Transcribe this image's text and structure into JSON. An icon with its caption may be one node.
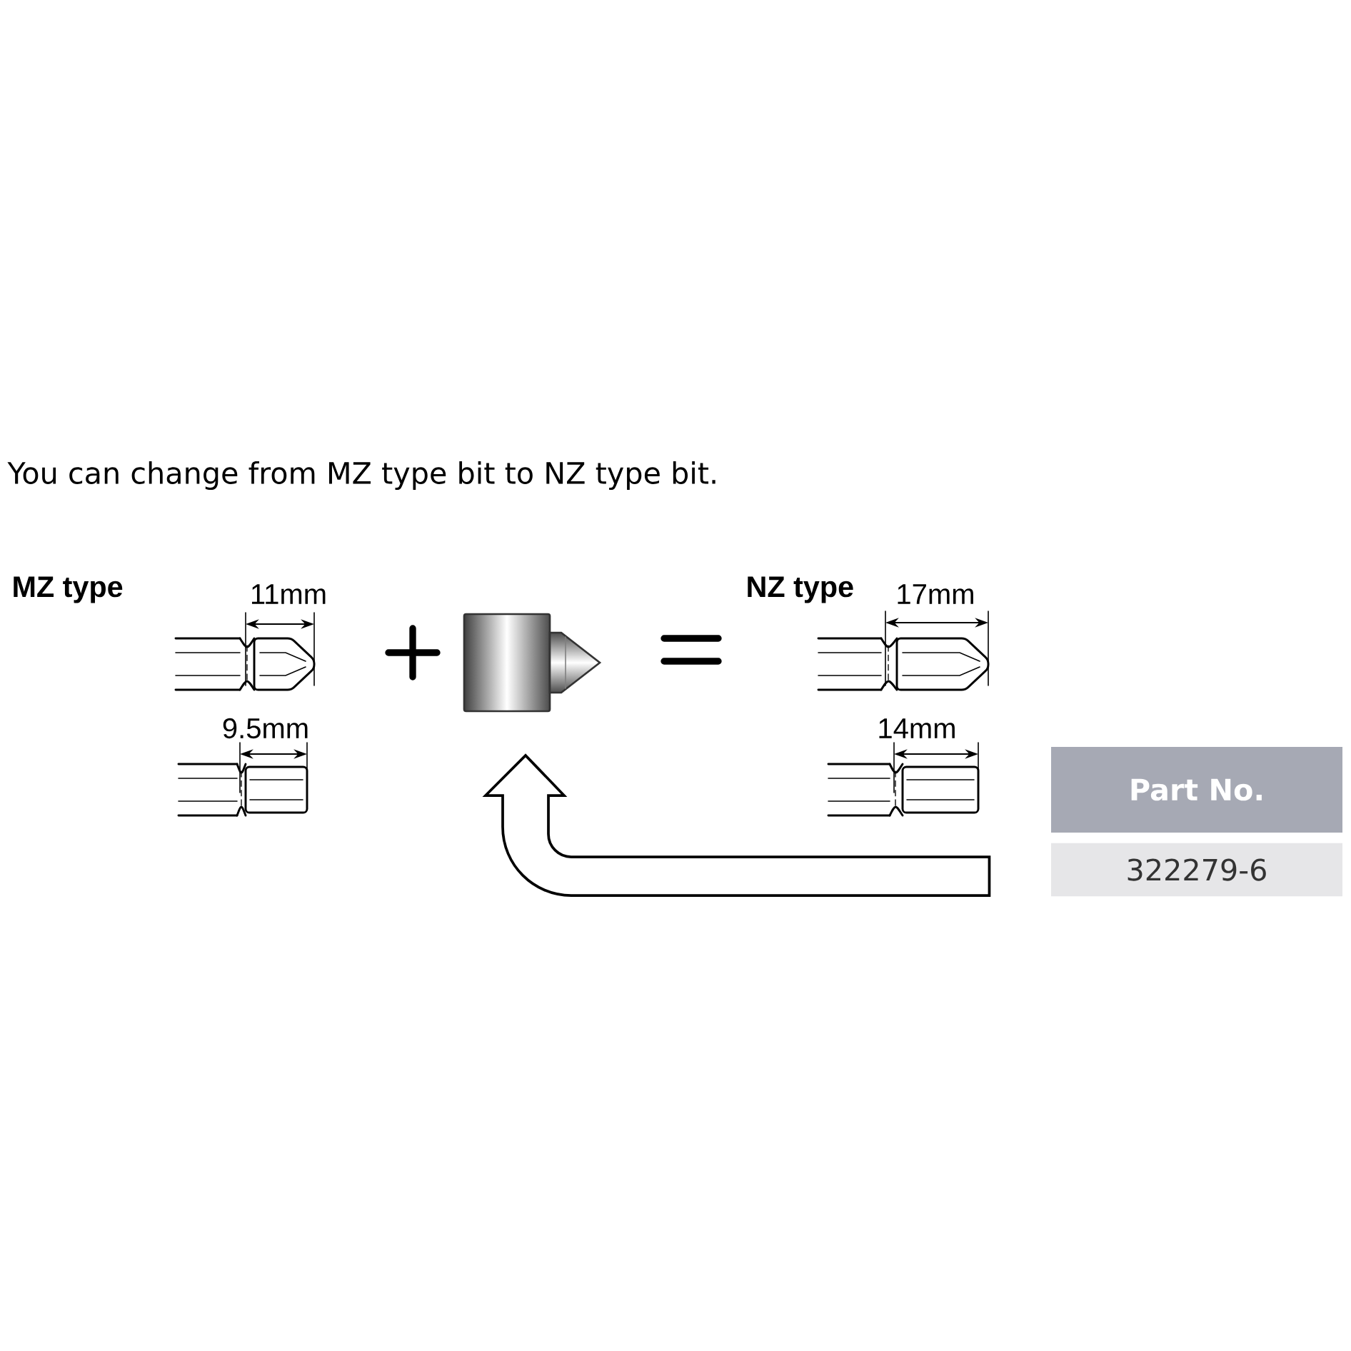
{
  "diagram": {
    "title": "You can change from MZ type bit to NZ type bit.",
    "nodes": [
      {
        "text": [],
        "shape": "picture"
      },
      {
        "text": [
          "Part No."
        ]
      },
      {
        "text": [
          "322279-6"
        ]
      }
    ],
    "edges": [
      {
        "from": 2,
        "to": 0,
        "arrow": "to"
      }
    ],
    "labels": [
      "MZ type",
      "11mm",
      "9.5mm",
      "NZ type",
      "17mm",
      "14mm"
    ]
  }
}
